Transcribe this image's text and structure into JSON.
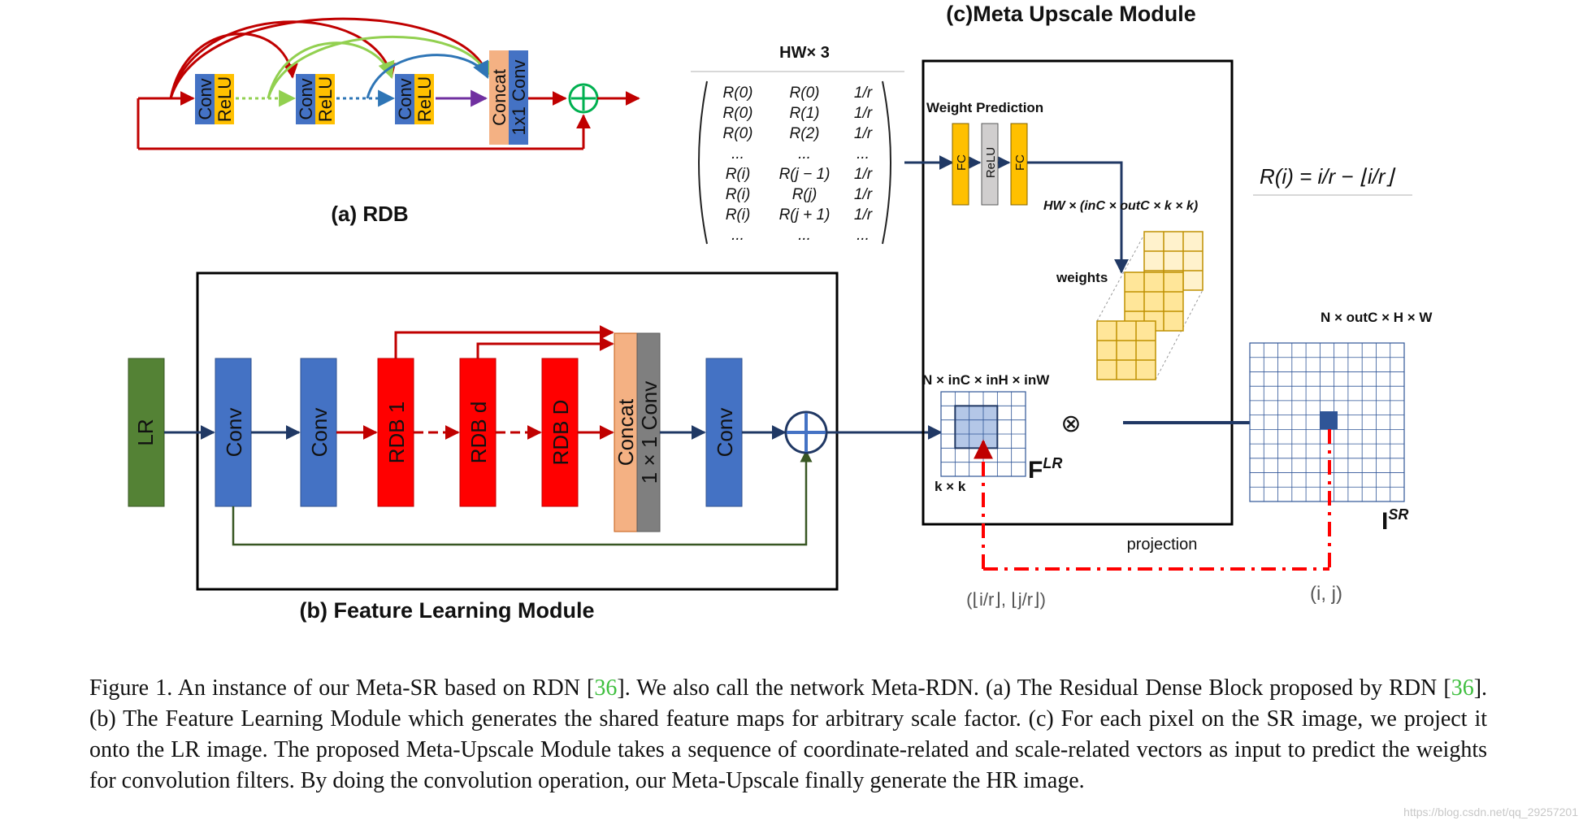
{
  "title_c": "(c)Meta Upscale Module",
  "title_a": "(a) RDB",
  "title_b": "(b) Feature Learning  Module",
  "rdb": {
    "conv": "Conv",
    "relu": "ReLU",
    "concat": "Concat",
    "conv1x1": "1x1 Conv"
  },
  "flm": {
    "lr": "LR",
    "conv": "Conv",
    "rdb1": "RDB 1",
    "rdbd": "RDB d",
    "rdbD": "RDB D",
    "concat": "Concat",
    "conv1x1": "1 × 1  Conv"
  },
  "matrix": {
    "header": "HW× 3",
    "rows": [
      [
        "R(0)",
        "R(0)",
        "1/r"
      ],
      [
        "R(0)",
        "R(1)",
        "1/r"
      ],
      [
        "R(0)",
        "R(2)",
        "1/r"
      ],
      [
        "...",
        "...",
        "..."
      ],
      [
        "R(i)",
        "R(j − 1)",
        "1/r"
      ],
      [
        "R(i)",
        "R(j)",
        "1/r"
      ],
      [
        "R(i)",
        "R(j + 1)",
        "1/r"
      ],
      [
        "...",
        "...",
        "..."
      ]
    ]
  },
  "meta": {
    "weight_prediction": "Weight Prediction",
    "fc": "FC",
    "relu": "ReLU",
    "dims": "HW × (inC × outC × k × k)",
    "weights": "weights",
    "flr_dims": "N × inC × inH × inW",
    "kxk": "k × k",
    "flr": "F",
    "flr_sup": "LR",
    "otimes": "⊗",
    "isr_dims": "N × outC × H × W",
    "isr": "I",
    "isr_sup": "SR",
    "projection": "projection",
    "floor_coord": "(⌊i/r⌋, ⌊j/r⌋)",
    "ij": "(i, j)",
    "formula": "R(i) = i/r − ⌊i/r⌋"
  },
  "caption": {
    "p1": "Figure 1. An instance of our Meta-SR based on RDN [",
    "r1": "36",
    "p2": "]. We also call the network Meta-RDN. (a) The Residual Dense Block proposed by RDN [",
    "r2": "36",
    "p3": "]. (b) The Feature Learning Module which generates the shared feature maps for arbitrary scale factor. (c) For each pixel on the SR image, we project it onto the LR image. The proposed Meta-Upscale Module takes a sequence of coordinate-related and scale-related vectors as input to predict the weights for convolution filters. By doing the convolution operation, our Meta-Upscale finally generate the HR image."
  },
  "watermark": "https://blog.csdn.net/qq_29257201",
  "colors": {
    "conv": "#4472c4",
    "relu": "#ffc000",
    "concat": "#f4b183",
    "rdb": "#ff0000",
    "lr": "#548235",
    "dark": "#1f3864",
    "red": "#c00000",
    "weight": "#ffe699"
  }
}
